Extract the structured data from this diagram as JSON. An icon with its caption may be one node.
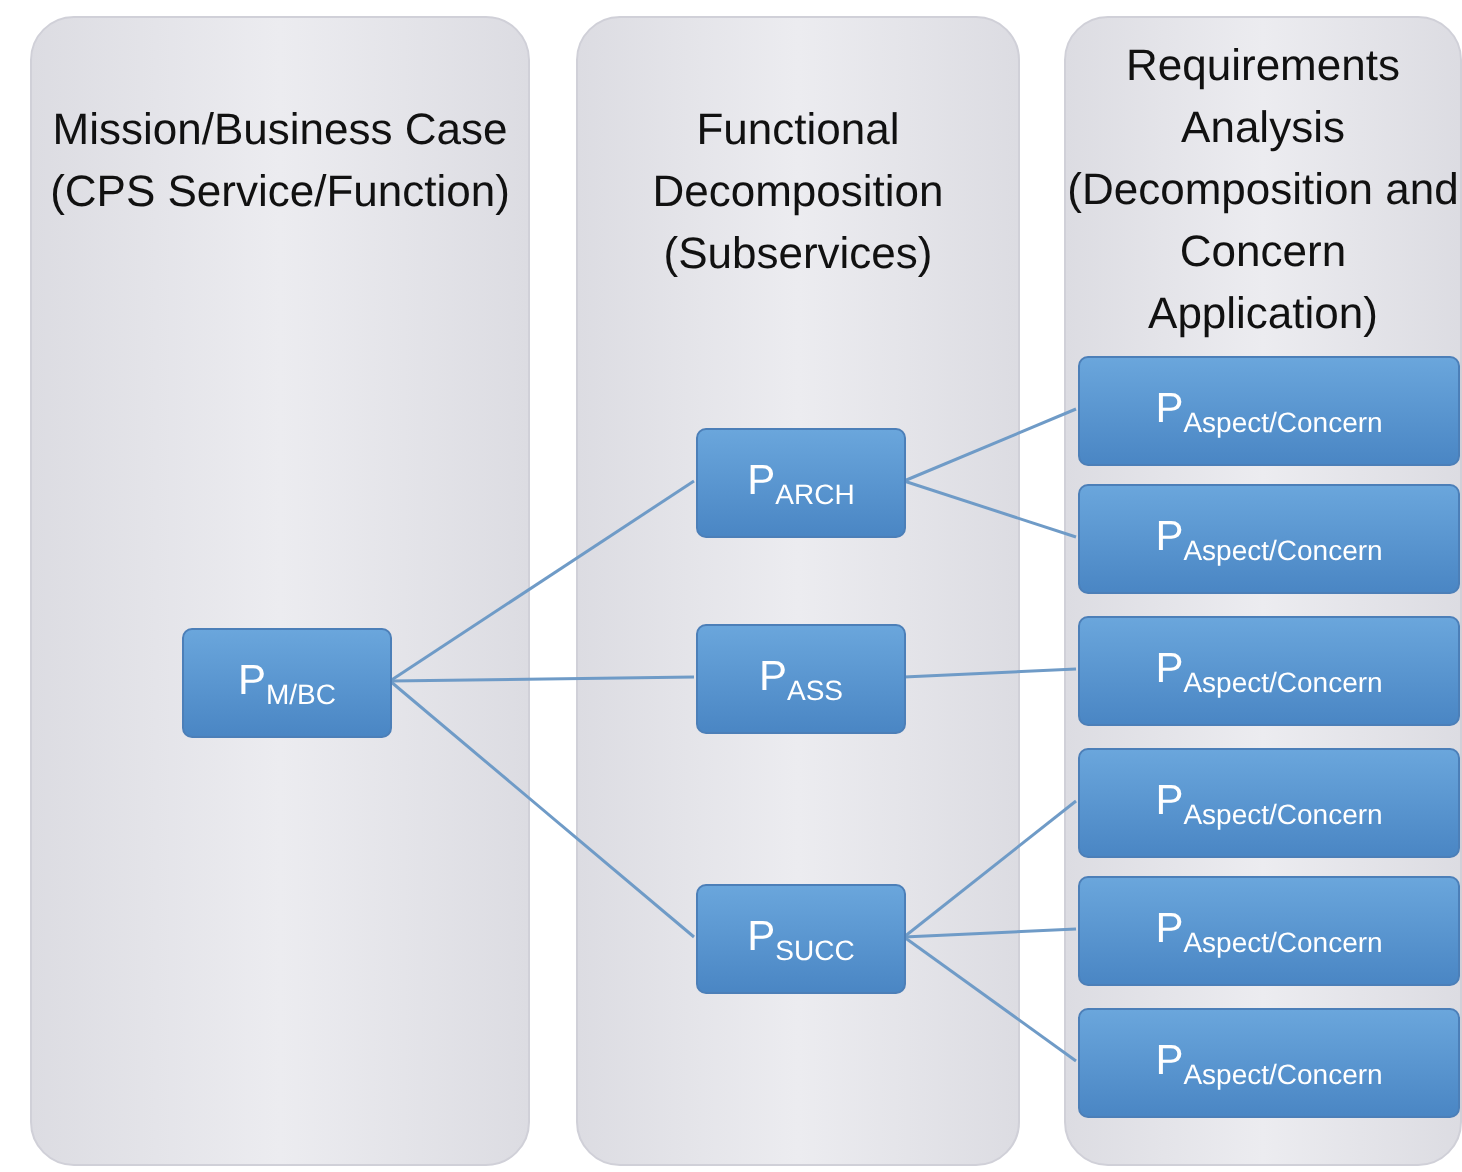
{
  "diagram": {
    "nodes": [
      {
        "text": [
          "Mission/Business Case (CPS Service/Function)"
        ]
      },
      {
        "text": [
          "Functional Decomposition (Subservices)"
        ]
      },
      {
        "text": [
          "Requirements Analysis (Decomposition and Concern Application)"
        ]
      },
      {
        "text": [
          "P$_{M/BC}$"
        ],
        "in": 0
      },
      {
        "text": [
          "P$_{ARCH}$"
        ],
        "in": 1
      },
      {
        "text": [
          "P$_{ASS}$"
        ],
        "in": 1
      },
      {
        "text": [
          "P$_{SUCC}$"
        ],
        "in": 1
      },
      {
        "text": [
          "P$_{Aspect/Concern}$"
        ],
        "in": 2
      },
      {
        "text": [
          "P$_{Aspect/Concern}$"
        ],
        "in": 2
      },
      {
        "text": [
          "P$_{Aspect/Concern}$"
        ],
        "in": 2
      },
      {
        "text": [
          "P$_{Aspect/Concern}$"
        ],
        "in": 2
      },
      {
        "text": [
          "P$_{Aspect/Concern}$"
        ],
        "in": 2
      },
      {
        "text": [
          "P$_{Aspect/Concern}$"
        ],
        "in": 2
      }
    ],
    "edges": [
      {
        "from": 3,
        "to": 4,
        "arrow": "none"
      },
      {
        "from": 3,
        "to": 5,
        "arrow": "none"
      },
      {
        "from": 3,
        "to": 6,
        "arrow": "none"
      },
      {
        "from": 4,
        "to": 7,
        "arrow": "none"
      },
      {
        "from": 4,
        "to": 8,
        "arrow": "none"
      },
      {
        "from": 5,
        "to": 9,
        "arrow": "none"
      },
      {
        "from": 6,
        "to": 10,
        "arrow": "none"
      },
      {
        "from": 6,
        "to": 11,
        "arrow": "none"
      },
      {
        "from": 6,
        "to": 12,
        "arrow": "none"
      }
    ]
  }
}
